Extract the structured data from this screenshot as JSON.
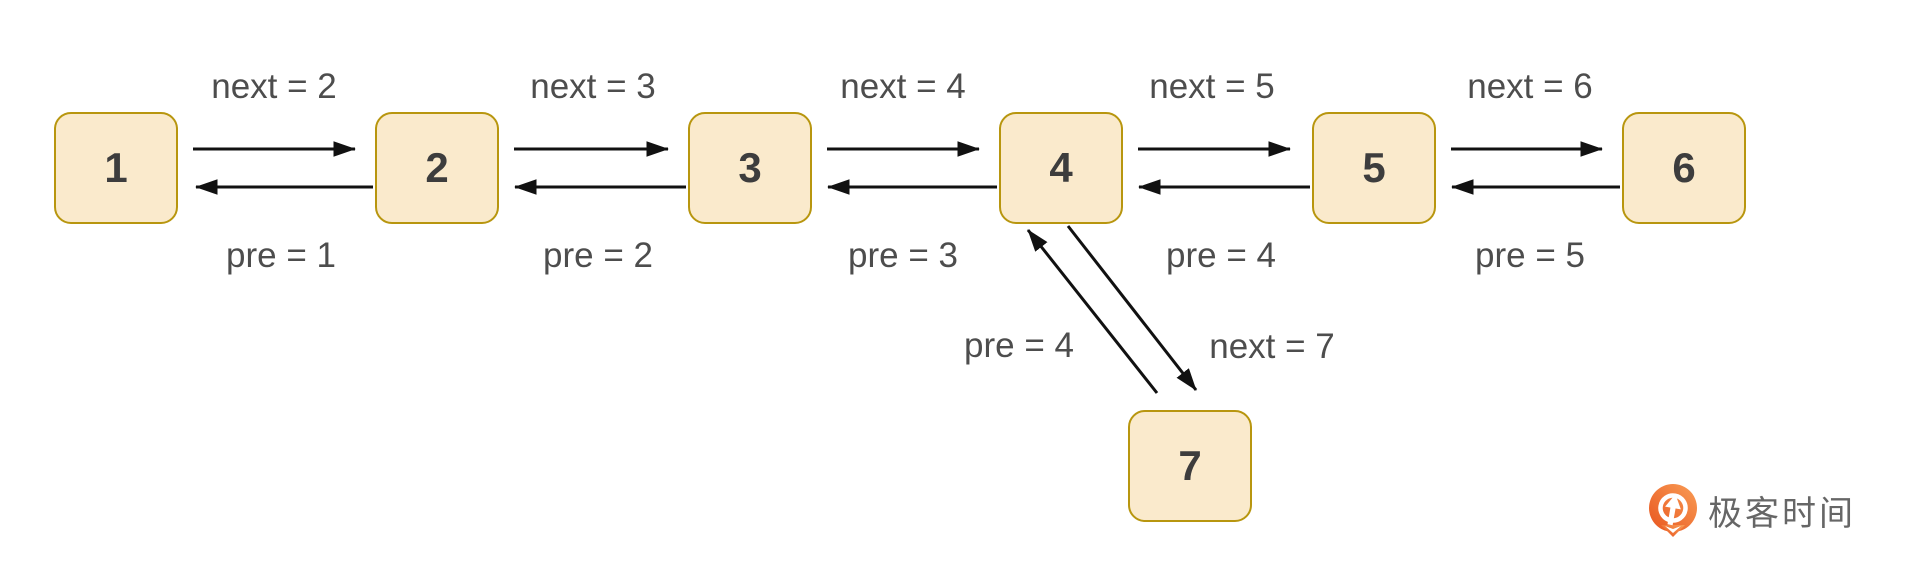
{
  "diagram": {
    "type": "doubly-linked-list-insertion",
    "colors": {
      "node_fill": "#FAEACC",
      "node_border": "#B8960F",
      "node_text": "#3D3D3D",
      "label_text": "#4D4D4D",
      "arrow": "#111111"
    },
    "nodes": [
      {
        "label": "1"
      },
      {
        "label": "2"
      },
      {
        "label": "3"
      },
      {
        "label": "4"
      },
      {
        "label": "5"
      },
      {
        "label": "6"
      },
      {
        "label": "7"
      }
    ],
    "edge_labels": [
      {
        "next": "next = 2",
        "pre": "pre = 1"
      },
      {
        "next": "next = 3",
        "pre": "pre = 2"
      },
      {
        "next": "next = 4",
        "pre": "pre = 3"
      },
      {
        "next": "next = 5",
        "pre": "pre = 4"
      },
      {
        "next": "next = 6",
        "pre": "pre = 5"
      }
    ],
    "insertion_labels": {
      "pre": "pre = 4",
      "next": "next = 7"
    }
  },
  "branding": {
    "logo_text": "极客时间",
    "logo_color": "#666666",
    "icon_color": "#F4682B"
  }
}
